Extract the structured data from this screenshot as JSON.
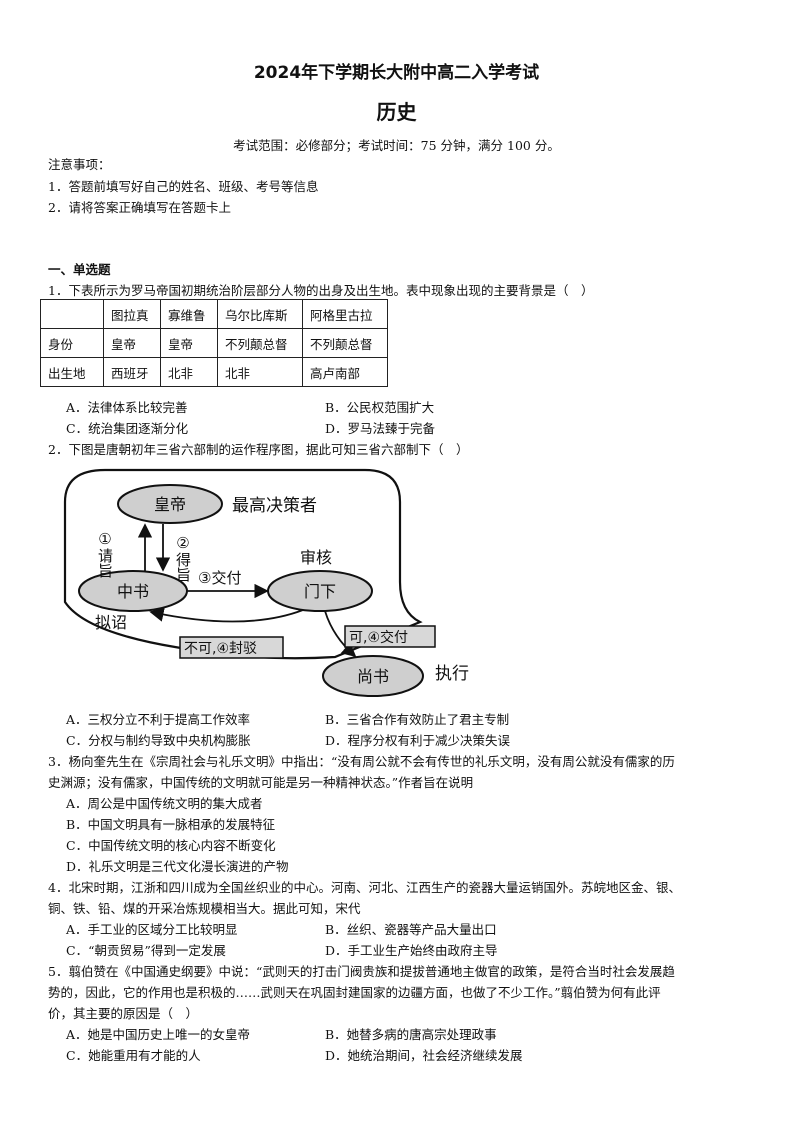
{
  "header": {
    "title": "2024年下学期长大附中高二入学考试",
    "subject": "历史",
    "info": "考试范围：必修部分；考试时间：75 分钟，满分 100 分。"
  },
  "notes": {
    "heading": "注意事项：",
    "items": [
      "1．答题前填写好自己的姓名、班级、考号等信息",
      "2．请将答案正确填写在答题卡上"
    ]
  },
  "section1": "一、单选题",
  "q1": {
    "stem": "1．下表所示为罗马帝国初期统治阶层部分人物的出身及出生地。表中现象出现的主要背景是（　）",
    "table": {
      "header": [
        "",
        "图拉真",
        "寡维鲁",
        "乌尔比库斯",
        "阿格里古拉"
      ],
      "rows": [
        [
          "身份",
          "皇帝",
          "皇帝",
          "不列颠总督",
          "不列颠总督"
        ],
        [
          "出生地",
          "西班牙",
          "北非",
          "北非",
          "高卢南部"
        ]
      ]
    },
    "A": "A．法律体系比较完善",
    "B": "B．公民权范围扩大",
    "C": "C．统治集团逐渐分化",
    "D": "D．罗马法臻于完备"
  },
  "q2": {
    "stem": "2．下图是唐朝初年三省六部制的运作程序图，据此可知三省六部制下（　）",
    "diagram": {
      "emperor": "皇帝",
      "emperor_role": "最高决策者",
      "zhongshu": "中书",
      "menxia": "门下",
      "shangshu": "尚书",
      "step1": "①请旨",
      "step2": "②得旨",
      "step3": "③交付",
      "review": "审核",
      "draft": "拟诏",
      "reject": "不可,④封驳",
      "approve": "可,④交付",
      "execute": "执行"
    },
    "A": "A．三权分立不利于提高工作效率",
    "B": "B．三省合作有效防止了君主专制",
    "C": "C．分权与制约导致中央机构膨胀",
    "D": "D．程序分权有利于减少决策失误"
  },
  "q3": {
    "stem1": "3．杨向奎先生在《宗周社会与礼乐文明》中指出：“没有周公就不会有传世的礼乐文明，没有周公就没有儒家的历",
    "stem2": "史渊源；没有儒家，中国传统的文明就可能是另一种精神状态。”作者旨在说明",
    "A": "A．周公是中国传统文明的集大成者",
    "B": "B．中国文明具有一脉相承的发展特征",
    "C": "C．中国传统文明的核心内容不断变化",
    "D": "D．礼乐文明是三代文化漫长演进的产物"
  },
  "q4": {
    "stem1": "4．北宋时期，江浙和四川成为全国丝织业的中心。河南、河北、江西生产的瓷器大量运销国外。苏皖地区金、银、",
    "stem2": "铜、铁、铅、煤的开采冶炼规模相当大。据此可知，宋代",
    "A": "A．手工业的区域分工比较明显",
    "B": "B．丝织、瓷器等产品大量出口",
    "C": "C．“朝贡贸易”得到一定发展",
    "D": "D．手工业生产始终由政府主导"
  },
  "q5": {
    "stem1": "5．翦伯赞在《中国通史纲要》中说：“武则天的打击门阀贵族和提拔普通地主做官的政策，是符合当时社会发展趋",
    "stem2": "势的，因此，它的作用也是积极的……武则天在巩固封建国家的边疆方面，也做了不少工作。”翦伯赞为何有此评",
    "stem3": "价，其主要的原因是（　）",
    "A": "A．她是中国历史上唯一的女皇帝",
    "B": "B．她替多病的唐高宗处理政事",
    "C": "C．她能重用有才能的人",
    "D": "D．她统治期间，社会经济继续发展"
  }
}
